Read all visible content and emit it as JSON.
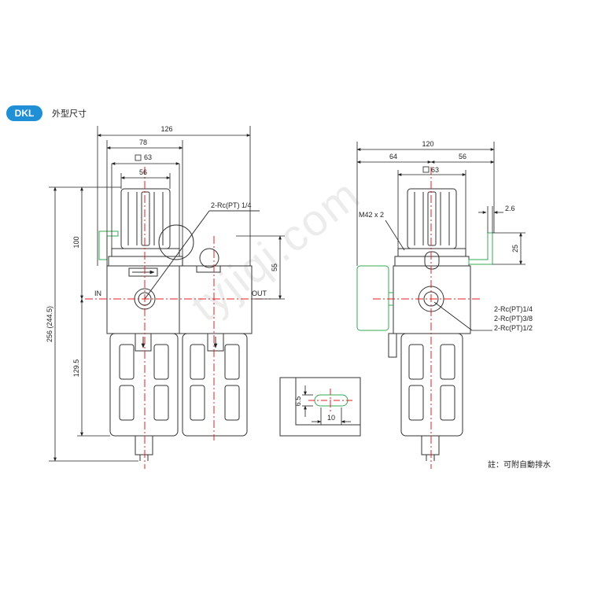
{
  "header": {
    "badge": "DKL",
    "title": "外型尺寸"
  },
  "note": "註：可附自動排水",
  "watermark": "tyjiqi.com",
  "colors": {
    "accent": "#1f8fd6",
    "centerline": "#e02020",
    "outline": "#333333",
    "green": "#34a853"
  },
  "front_view": {
    "dims": {
      "overall_width": "126",
      "body_width": "78",
      "square": "63",
      "knob": "56",
      "height_top": "100",
      "total_height": "256 (244.5)",
      "lower_height": "129.5",
      "gauge_offset": "55"
    },
    "port_label": "2-Rc(PT) 1/4",
    "in_label": "IN",
    "out_label": "OUT"
  },
  "side_view": {
    "dims": {
      "width": "120",
      "left": "64",
      "right": "56",
      "square": "63",
      "thread": "M42 x 2",
      "bracket_thickness": "2.6",
      "bracket_height": "25"
    },
    "ports": [
      "2-Rc(PT)1/4",
      "2-Rc(PT)3/8",
      "2-Rc(PT)1/2"
    ]
  },
  "slot_detail": {
    "height": "6.5",
    "width": "10"
  }
}
